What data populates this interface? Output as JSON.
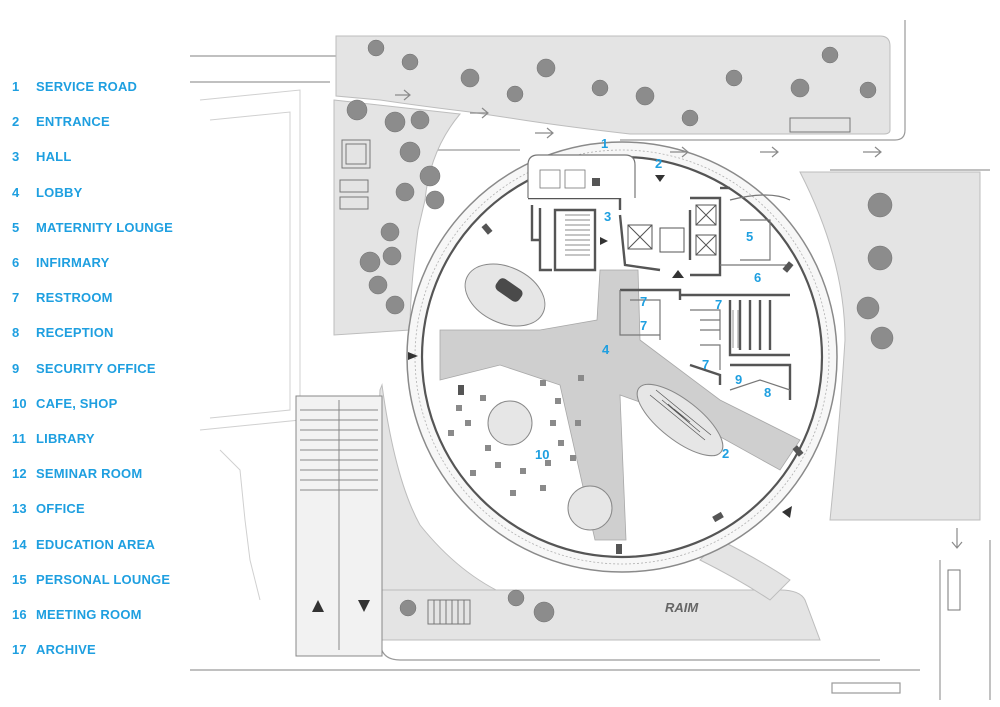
{
  "legend": [
    {
      "num": "1",
      "label": "SERVICE ROAD"
    },
    {
      "num": "2",
      "label": "ENTRANCE"
    },
    {
      "num": "3",
      "label": "HALL"
    },
    {
      "num": "4",
      "label": "LOBBY"
    },
    {
      "num": "5",
      "label": "MATERNITY LOUNGE"
    },
    {
      "num": "6",
      "label": "INFIRMARY"
    },
    {
      "num": "7",
      "label": "RESTROOM"
    },
    {
      "num": "8",
      "label": "RECEPTION"
    },
    {
      "num": "9",
      "label": "SECURITY OFFICE"
    },
    {
      "num": "10",
      "label": "CAFE, SHOP"
    },
    {
      "num": "11",
      "label": "LIBRARY"
    },
    {
      "num": "12",
      "label": "SEMINAR ROOM"
    },
    {
      "num": "13",
      "label": "OFFICE"
    },
    {
      "num": "14",
      "label": "EDUCATION AREA"
    },
    {
      "num": "15",
      "label": "PERSONAL LOUNGE"
    },
    {
      "num": "16",
      "label": "MEETING ROOM"
    },
    {
      "num": "17",
      "label": "ARCHIVE"
    }
  ],
  "plan_labels": {
    "service_road": "1",
    "entrance_north": "2",
    "entrance_south": "2",
    "hall": "3",
    "lobby": "4",
    "maternity": "5",
    "infirmary": "6",
    "restroom_a": "7",
    "restroom_b": "7",
    "restroom_c": "7",
    "restroom_d": "7",
    "reception": "8",
    "security": "9",
    "cafe": "10"
  },
  "ground_text": "RAIM",
  "colors": {
    "accent": "#1e9fe0",
    "landscape": "#e4e4e4",
    "lobby_floor": "#cfcfcf",
    "walls": "#555555",
    "trees": "#8a8a8a"
  }
}
